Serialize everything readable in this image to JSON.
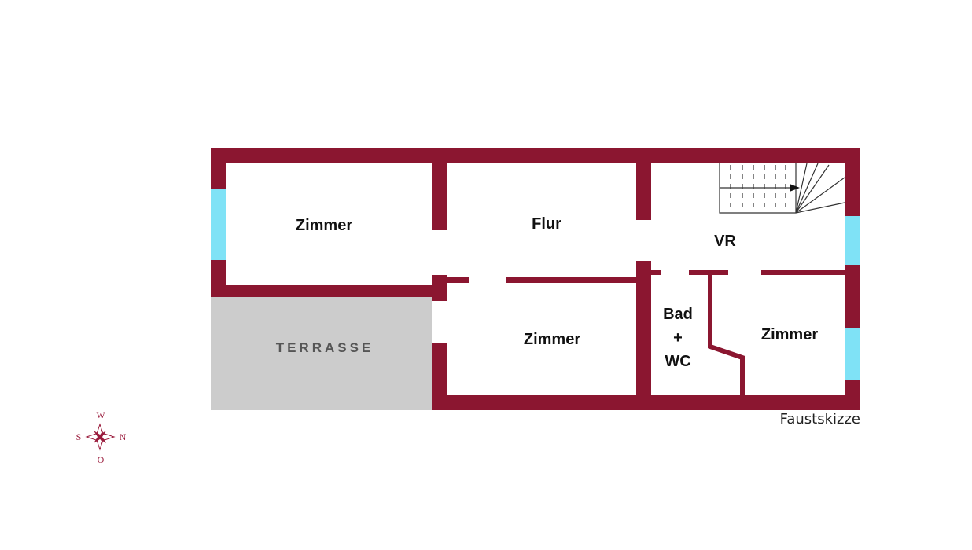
{
  "colors": {
    "wall": "#8b1630",
    "window": "#7fe2f6",
    "terrace": "#cccccc",
    "compass": "#9a1b3c"
  },
  "rooms": {
    "zimmer_west": "Zimmer",
    "flur": "Flur",
    "vr": "VR",
    "zimmer_middle": "Zimmer",
    "bad_line1": "Bad",
    "bad_line2": "+",
    "bad_line3": "WC",
    "zimmer_east": "Zimmer"
  },
  "terrace": {
    "label": "TERRASSE"
  },
  "note": "Faustskizze",
  "compass": {
    "icon": "compass-rose-icon",
    "top": "W",
    "bottom": "O",
    "left": "S",
    "right": "N"
  },
  "stairs": {
    "icon": "staircase-icon",
    "direction": "arrow-right"
  }
}
